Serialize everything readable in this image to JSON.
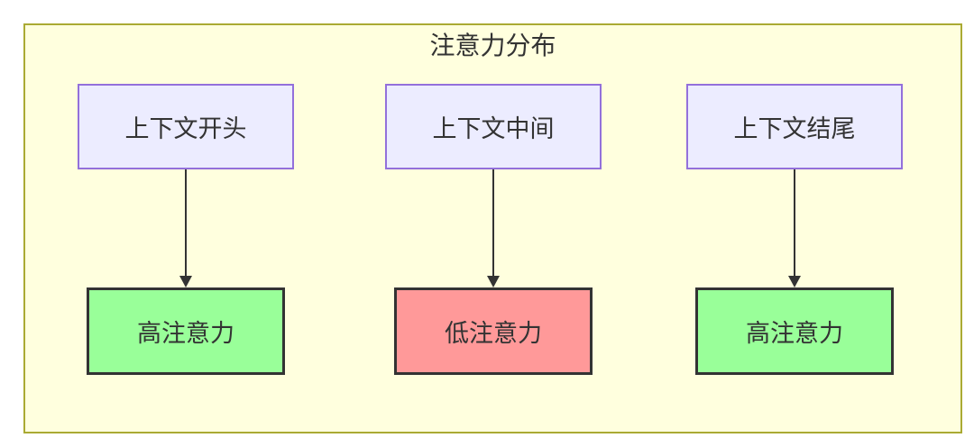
{
  "diagram": {
    "type": "flowchart-top-down",
    "title": "注意力分布",
    "columns": [
      {
        "source": "上下文开头",
        "target": "高注意力",
        "target_level": "high"
      },
      {
        "source": "上下文中间",
        "target": "低注意力",
        "target_level": "low"
      },
      {
        "source": "上下文结尾",
        "target": "高注意力",
        "target_level": "high"
      }
    ],
    "colors": {
      "canvas_bg": "#ffffff",
      "subgraph_bg": "#ffffde",
      "subgraph_border": "#aaaa33",
      "context_node_bg": "#ececff",
      "context_node_border": "#9370db",
      "high_attention_bg": "#99ff99",
      "low_attention_bg": "#ff9999",
      "attention_node_border": "#333333",
      "arrow": "#333333",
      "text": "#333333"
    }
  }
}
